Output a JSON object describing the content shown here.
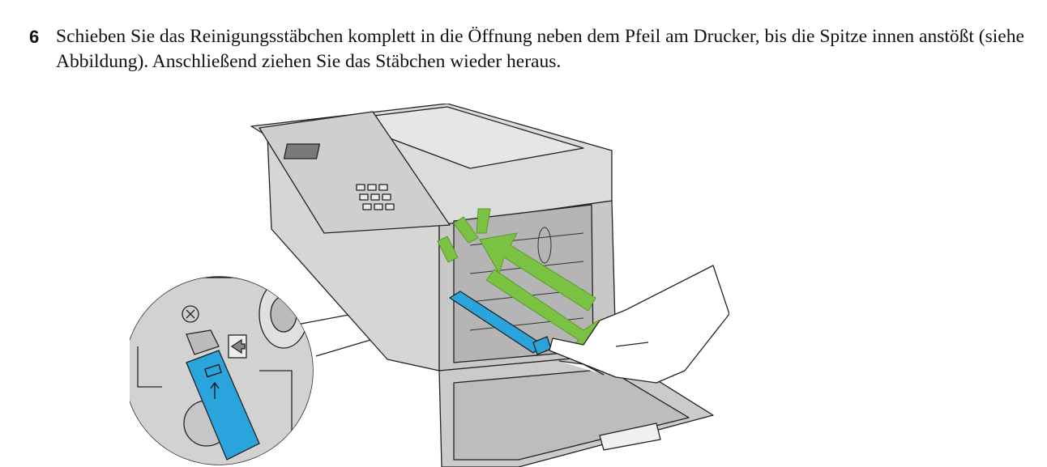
{
  "step": {
    "number": "6",
    "text": "Schieben Sie das Reinigungsstäbchen komplett in die Öffnung neben dem Pfeil am Drucker, bis die Spitze innen anstößt (siehe Abbildung). Anschließend ziehen Sie das Stäbchen wieder heraus."
  },
  "figure": {
    "colors": {
      "printer_body": "#d2d2d2",
      "printer_dark": "#a9a9a9",
      "outline": "#222222",
      "arrow_green": "#7cc242",
      "cleaning_rod_blue": "#2aa4dc"
    },
    "icons": [
      "printer-illustration",
      "cleaning-rod-icon",
      "insert-arrow-icon",
      "hand-illustration",
      "magnified-detail-circle"
    ]
  }
}
